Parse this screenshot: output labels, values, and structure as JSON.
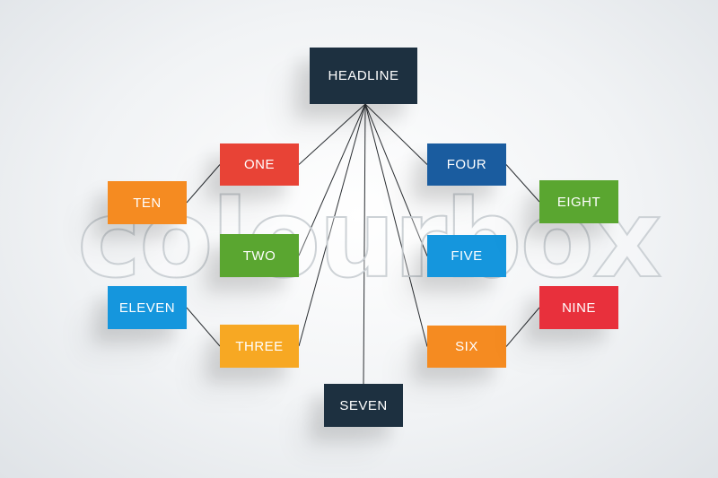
{
  "diagram": {
    "headline": {
      "label": "HEADLINE",
      "color": "#1d3040"
    },
    "nodes": [
      {
        "id": "one",
        "label": "ONE",
        "color": "#e84336"
      },
      {
        "id": "two",
        "label": "TWO",
        "color": "#5aa630"
      },
      {
        "id": "three",
        "label": "THREE",
        "color": "#f7a823"
      },
      {
        "id": "four",
        "label": "FOUR",
        "color": "#1a5c9f"
      },
      {
        "id": "five",
        "label": "FIVE",
        "color": "#1596dd"
      },
      {
        "id": "six",
        "label": "SIX",
        "color": "#f58b21"
      },
      {
        "id": "seven",
        "label": "SEVEN",
        "color": "#1d3040"
      },
      {
        "id": "eight",
        "label": "EIGHT",
        "color": "#5aa630"
      },
      {
        "id": "nine",
        "label": "NINE",
        "color": "#e8303c"
      },
      {
        "id": "ten",
        "label": "TEN",
        "color": "#f58b21"
      },
      {
        "id": "eleven",
        "label": "ELEVEN",
        "color": "#1596dd"
      }
    ],
    "edges": [
      [
        "headline",
        "one"
      ],
      [
        "headline",
        "two"
      ],
      [
        "headline",
        "three"
      ],
      [
        "headline",
        "four"
      ],
      [
        "headline",
        "five"
      ],
      [
        "headline",
        "six"
      ],
      [
        "headline",
        "seven"
      ],
      [
        "one",
        "ten"
      ],
      [
        "three",
        "eleven"
      ],
      [
        "four",
        "eight"
      ],
      [
        "six",
        "nine"
      ]
    ]
  },
  "watermark": {
    "text": "colourbox"
  }
}
